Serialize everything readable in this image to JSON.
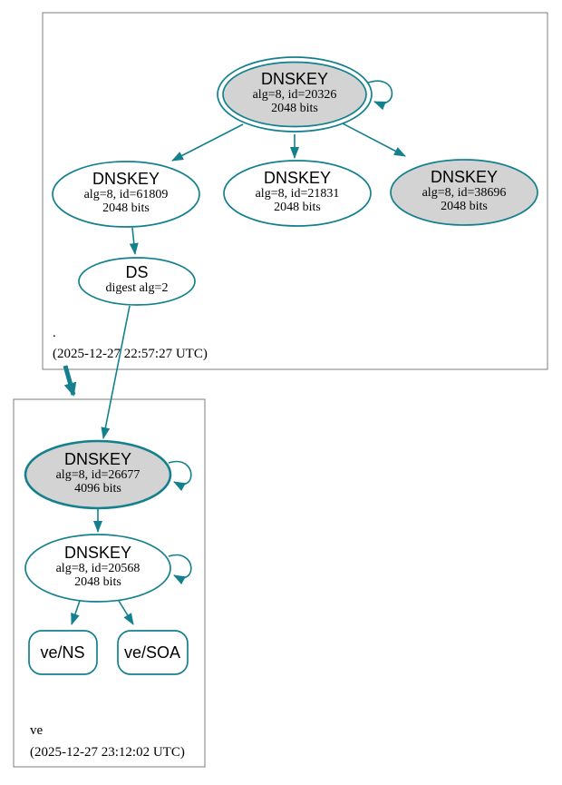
{
  "colors": {
    "accent": "#14808e",
    "node_fill": "#d3d3d3",
    "background": "#ffffff",
    "box_border": "#7e7e7e",
    "text": "#000000"
  },
  "zones": {
    "root": {
      "label": ".",
      "timestamp": "(2025-12-27 22:57:27 UTC)",
      "nodes": {
        "ksk_20326": {
          "title": "DNSKEY",
          "detail1": "alg=8, id=20326",
          "detail2": "2048 bits"
        },
        "zsk_61809": {
          "title": "DNSKEY",
          "detail1": "alg=8, id=61809",
          "detail2": "2048 bits"
        },
        "zsk_21831": {
          "title": "DNSKEY",
          "detail1": "alg=8, id=21831",
          "detail2": "2048 bits"
        },
        "ksk_38696": {
          "title": "DNSKEY",
          "detail1": "alg=8, id=38696",
          "detail2": "2048 bits"
        },
        "ds": {
          "title": "DS",
          "detail1": "digest alg=2"
        }
      }
    },
    "ve": {
      "label": "ve",
      "timestamp": "(2025-12-27 23:12:02 UTC)",
      "nodes": {
        "ksk_26677": {
          "title": "DNSKEY",
          "detail1": "alg=8, id=26677",
          "detail2": "4096 bits"
        },
        "zsk_20568": {
          "title": "DNSKEY",
          "detail1": "alg=8, id=20568",
          "detail2": "2048 bits"
        },
        "rrset_ns": {
          "label": "ve/NS"
        },
        "rrset_soa": {
          "label": "ve/SOA"
        }
      }
    }
  }
}
